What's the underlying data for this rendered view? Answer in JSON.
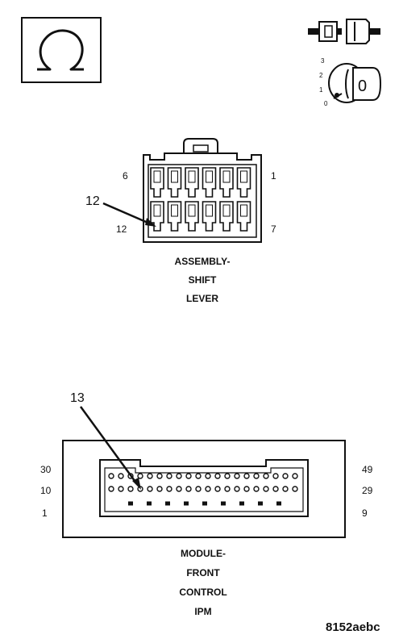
{
  "symbols": {
    "ohm_icon": "ohm-meter-icon",
    "disconnect_icon": "connector-disconnected-icon",
    "ignition_icon": "ignition-key-icon",
    "ignition_positions": [
      "3",
      "2",
      "1",
      "0"
    ],
    "ignition_key_position": "0"
  },
  "shift_lever_connector": {
    "pin_labels": {
      "top_left": "6",
      "top_right": "1",
      "bottom_left": "12",
      "bottom_right": "7"
    },
    "callout": "12",
    "caption": [
      "ASSEMBLY-",
      "SHIFT",
      "LEVER"
    ],
    "rows": 2,
    "columns": 6
  },
  "front_control_module_connector": {
    "pin_labels": {
      "row1_left": "30",
      "row1_right": "49",
      "row2_left": "10",
      "row2_right": "29",
      "row3_left": "1",
      "row3_right": "9"
    },
    "callout": "13",
    "caption": [
      "MODULE-",
      "FRONT",
      "CONTROL",
      "IPM"
    ],
    "row1_pins": 20,
    "row2_pins": 20,
    "row3_pins": 9
  },
  "figure_id": "8152aebc",
  "colors": {
    "ink": "#111111",
    "background": "#ffffff"
  }
}
